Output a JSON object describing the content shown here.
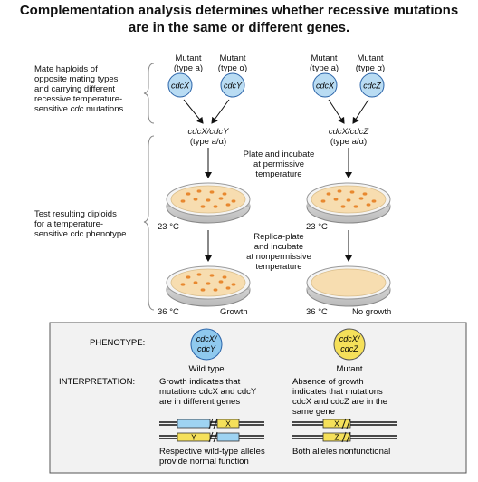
{
  "title_line1": "Complementation analysis determines whether recessive mutations",
  "title_line2": "are in the same or different genes.",
  "side_labels": {
    "mate": [
      "Mate haploids of",
      "opposite mating types",
      "and carrying different",
      "recessive temperature-",
      "sensitive cdc mutations"
    ],
    "test": [
      "Test resulting diploids",
      "for a temperature-",
      "sensitive cdc phenotype"
    ]
  },
  "cross_left": {
    "mutant1": {
      "label": "Mutant",
      "type": "(type a)",
      "gene": "cdcX"
    },
    "mutant2": {
      "label": "Mutant",
      "type": "(type α)",
      "gene": "cdcY"
    },
    "diploid": "cdcX/cdcY",
    "diploid_type": "(type a/α)"
  },
  "cross_right": {
    "mutant1": {
      "label": "Mutant",
      "type": "(type a)",
      "gene": "cdcX"
    },
    "mutant2": {
      "label": "Mutant",
      "type": "(type α)",
      "gene": "cdcZ"
    },
    "diploid": "cdcX/cdcZ",
    "diploid_type": "(type a/α)"
  },
  "steps": {
    "plate": [
      "Plate and incubate",
      "at permissive",
      "temperature"
    ],
    "replica": [
      "Replica-plate",
      "and incubate",
      "at nonpermissive",
      "temperature"
    ]
  },
  "temps": {
    "permissive": "23 °C",
    "nonpermissive": "36 °C"
  },
  "results": {
    "left": "Growth",
    "right": "No growth"
  },
  "box": {
    "phenotype_label": "PHENOTYPE:",
    "interpretation_label": "INTERPRETATION:",
    "left_genotype": [
      "cdcX/",
      "cdcY"
    ],
    "right_genotype": [
      "cdcX/",
      "cdcZ"
    ],
    "left_phenotype": "Wild type",
    "right_phenotype": "Mutant",
    "left_interp": [
      "Growth indicates that",
      "mutations cdcX and cdcY",
      "are in different genes"
    ],
    "right_interp": [
      "Absence of growth",
      "indicates that mutations",
      "cdcX and cdcZ are in the",
      "same gene"
    ],
    "left_caption": [
      "Respective wild-type alleles",
      "provide normal function"
    ],
    "right_caption": "Both alleles nonfunctional",
    "allele_x": "X",
    "allele_y": "Y",
    "allele_z": "Z"
  },
  "colors": {
    "cell_fill": "#b9dcf3",
    "cell_stroke": "#2a63a8",
    "wildtype_fill": "#8fc9ee",
    "mutant_fill": "#f5e05a",
    "allele_blue": "#9ed3f2",
    "allele_yellow": "#f5e05a",
    "colony": "#e8882f",
    "agar": "#f7ddb0",
    "box_fill": "#f2f2f2"
  }
}
